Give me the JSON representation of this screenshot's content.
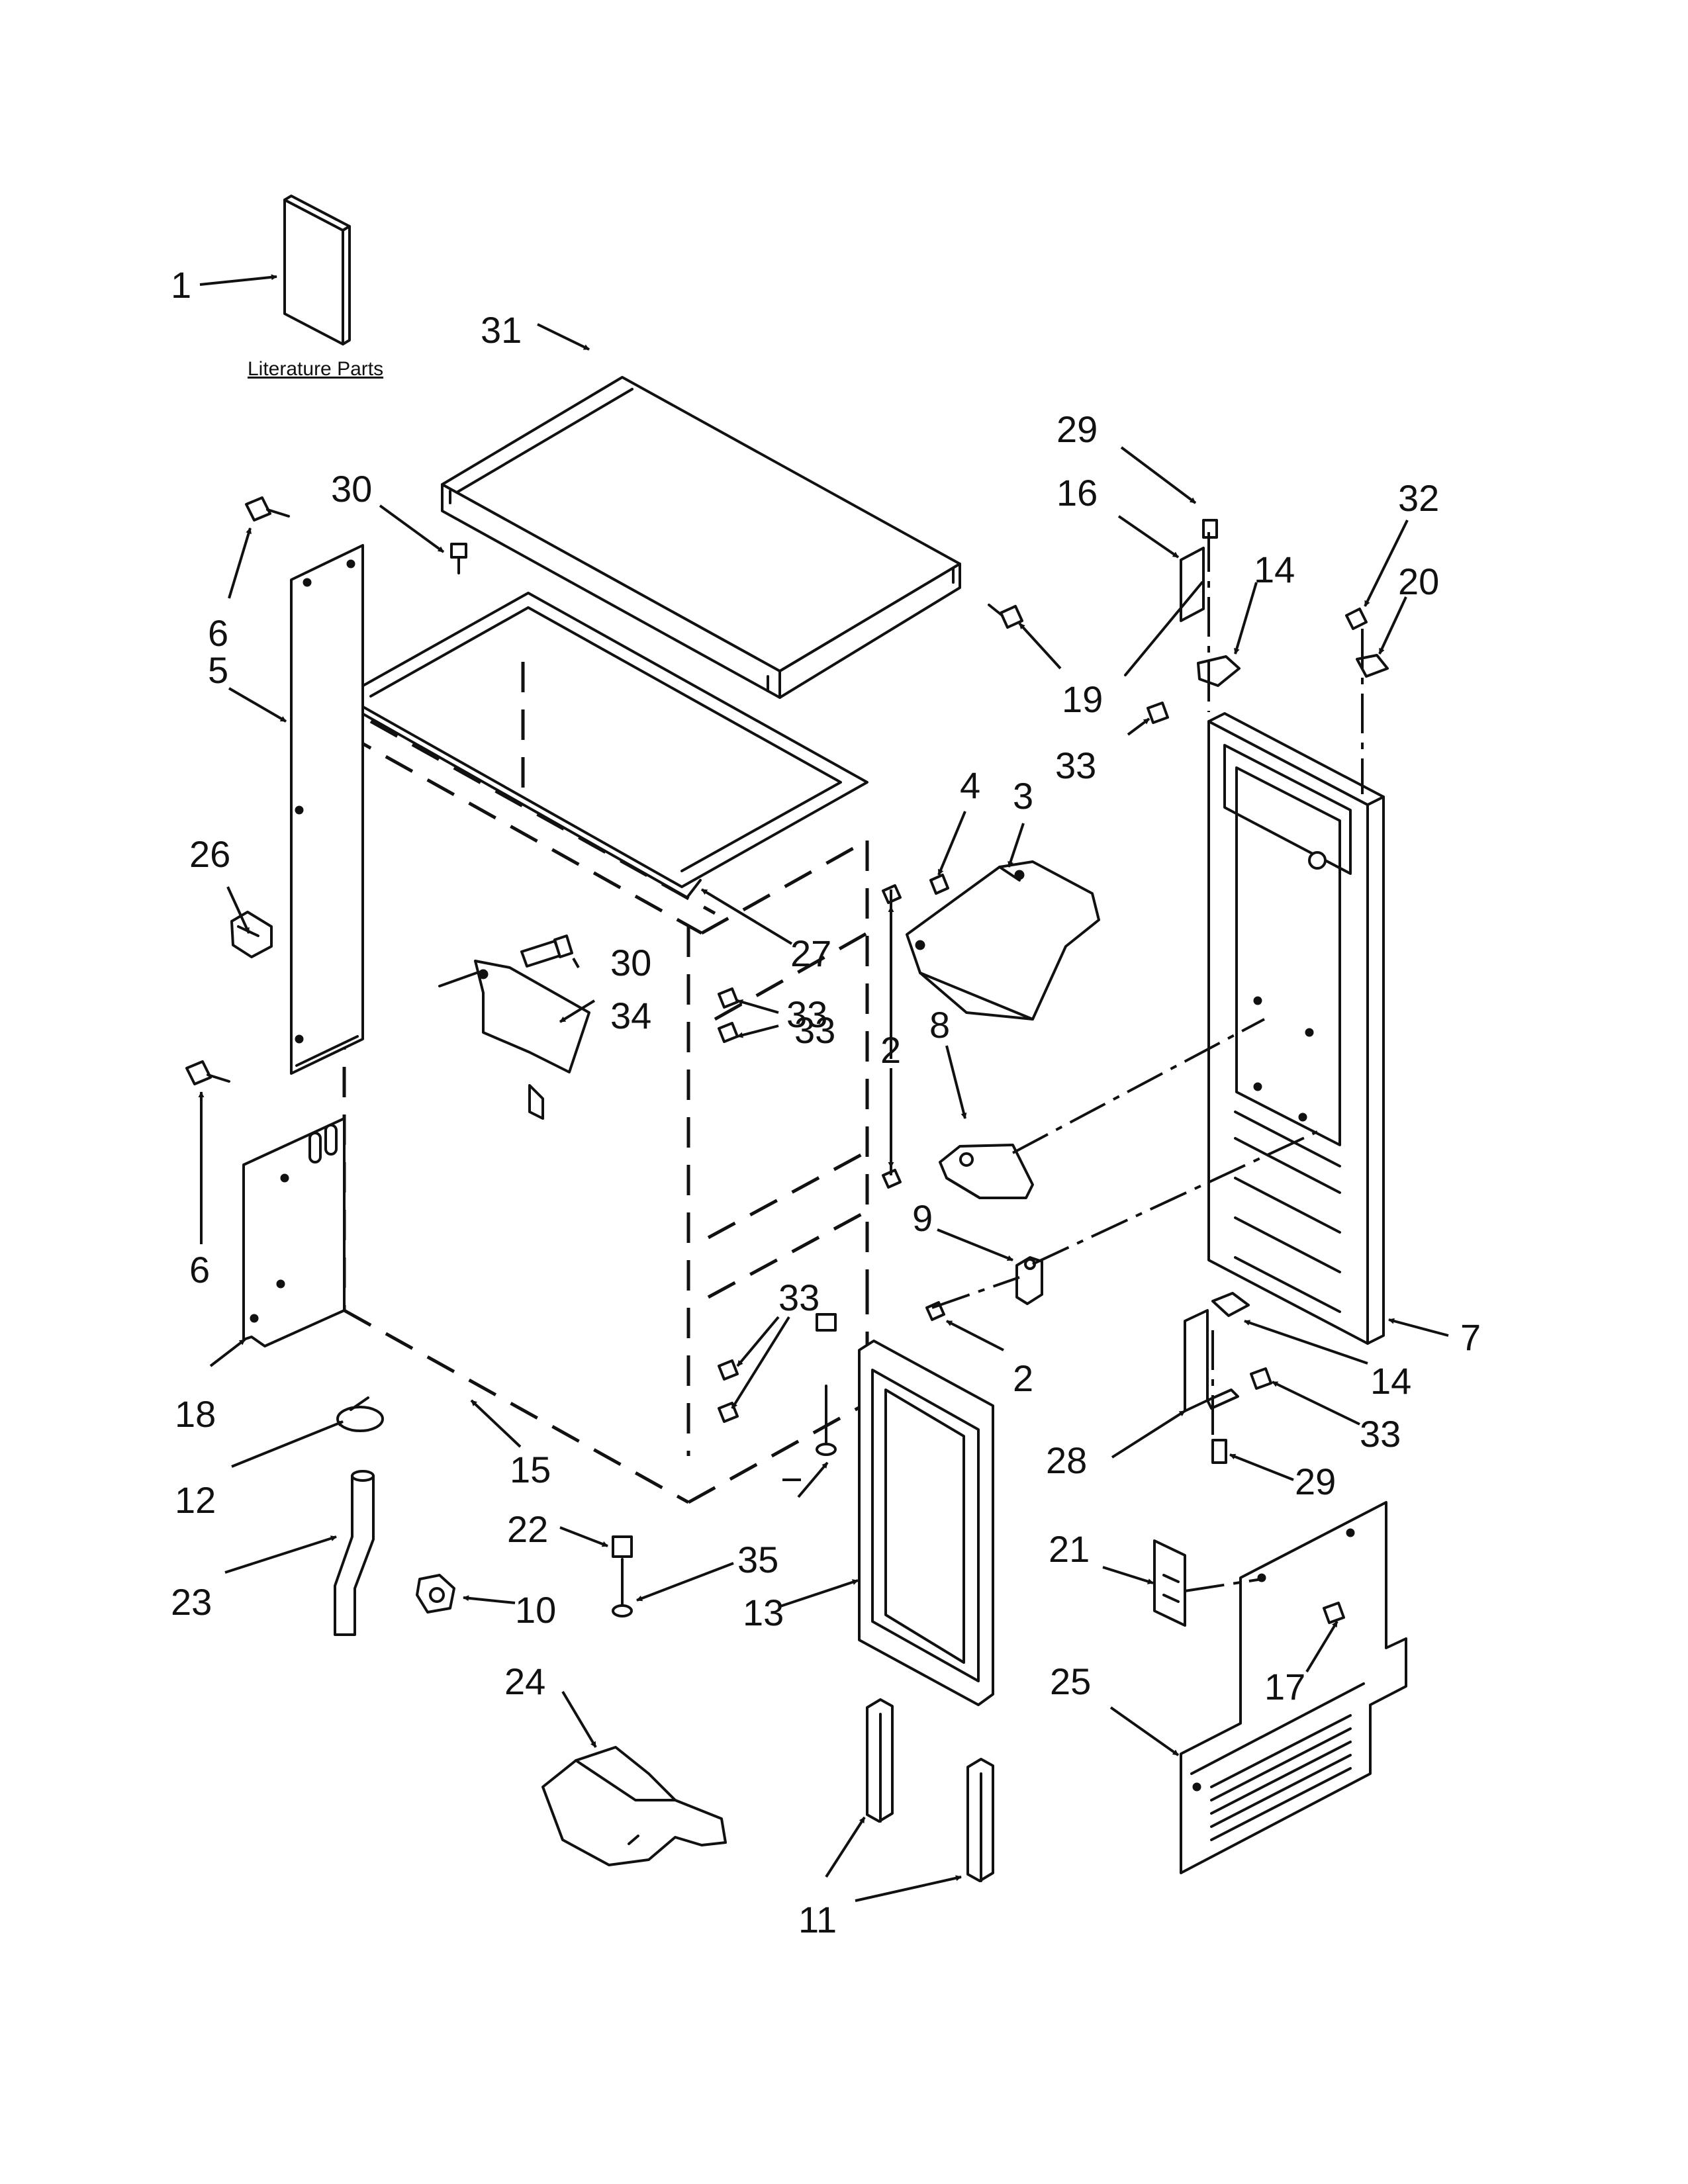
{
  "caption": "Literature Parts",
  "colors": {
    "line": "#111111",
    "background": "#ffffff"
  },
  "callouts": [
    {
      "id": "c1",
      "text": "1"
    },
    {
      "id": "c31",
      "text": "31"
    },
    {
      "id": "c30a",
      "text": "30"
    },
    {
      "id": "c6a",
      "text": "6"
    },
    {
      "id": "c5",
      "text": "5"
    },
    {
      "id": "c26",
      "text": "26"
    },
    {
      "id": "c27",
      "text": "27"
    },
    {
      "id": "c30b",
      "text": "30"
    },
    {
      "id": "c34",
      "text": "34"
    },
    {
      "id": "c33a",
      "text": "33"
    },
    {
      "id": "c33b",
      "text": "33"
    },
    {
      "id": "c6b",
      "text": "6"
    },
    {
      "id": "c18",
      "text": "18"
    },
    {
      "id": "c15",
      "text": "15"
    },
    {
      "id": "c12",
      "text": "12"
    },
    {
      "id": "c23",
      "text": "23"
    },
    {
      "id": "c22",
      "text": "22"
    },
    {
      "id": "c10",
      "text": "10"
    },
    {
      "id": "c35",
      "text": "35"
    },
    {
      "id": "c24",
      "text": "24"
    },
    {
      "id": "c33c",
      "text": "33"
    },
    {
      "id": "c13",
      "text": "13"
    },
    {
      "id": "c11",
      "text": "11"
    },
    {
      "id": "c4",
      "text": "4"
    },
    {
      "id": "c3",
      "text": "3"
    },
    {
      "id": "c2a",
      "text": "2"
    },
    {
      "id": "c8",
      "text": "8"
    },
    {
      "id": "c9",
      "text": "9"
    },
    {
      "id": "c2b",
      "text": "2"
    },
    {
      "id": "c29a",
      "text": "29"
    },
    {
      "id": "c16",
      "text": "16"
    },
    {
      "id": "c14a",
      "text": "14"
    },
    {
      "id": "c19",
      "text": "19"
    },
    {
      "id": "c33d",
      "text": "33"
    },
    {
      "id": "c32",
      "text": "32"
    },
    {
      "id": "c20",
      "text": "20"
    },
    {
      "id": "c7",
      "text": "7"
    },
    {
      "id": "c14b",
      "text": "14"
    },
    {
      "id": "c33e",
      "text": "33"
    },
    {
      "id": "c28",
      "text": "28"
    },
    {
      "id": "c29b",
      "text": "29"
    },
    {
      "id": "c21",
      "text": "21"
    },
    {
      "id": "c17",
      "text": "17"
    },
    {
      "id": "c25",
      "text": "25"
    }
  ]
}
